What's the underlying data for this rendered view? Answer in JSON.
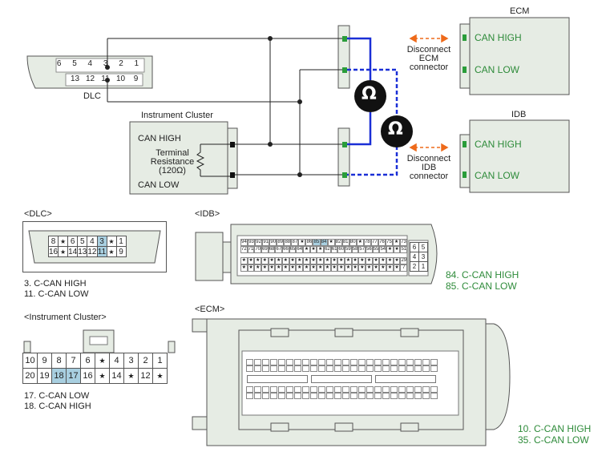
{
  "wiring": {
    "dlc_label": "DLC",
    "dlc_pins_top": [
      "6",
      "5",
      "4",
      "3",
      "2",
      "1"
    ],
    "dlc_pins_bottom": [
      "13",
      "12",
      "11",
      "10",
      "9"
    ],
    "cluster_title": "Instrument Cluster",
    "cluster_can_high": "CAN HIGH",
    "cluster_can_low": "CAN LOW",
    "terminal_resistance": [
      "Terminal",
      "Resistance",
      "(120Ω)"
    ],
    "ohm_symbol": "Ω",
    "ecm_title": "ECM",
    "ecm_can_high": "CAN HIGH",
    "ecm_can_low": "CAN LOW",
    "idb_title": "IDB",
    "idb_can_high": "CAN HIGH",
    "idb_can_low": "CAN LOW",
    "disconnect_ecm": [
      "Disconnect",
      "ECM",
      "connector"
    ],
    "disconnect_idb": [
      "Disconnect",
      "IDB",
      "connector"
    ]
  },
  "dlc_view": {
    "title": "<DLC>",
    "top_row": [
      "8",
      "★",
      "6",
      "5",
      "4",
      "3",
      "★",
      "1"
    ],
    "bottom_row": [
      "16",
      "★",
      "14",
      "13",
      "12",
      "11",
      "★",
      "9"
    ],
    "highlight": [
      "3",
      "11"
    ],
    "notes": [
      "3. C-CAN HIGH",
      "11. C-CAN LOW"
    ]
  },
  "idb_view": {
    "title": "<IDB>",
    "row1": [
      "94",
      "93",
      "92",
      "91",
      "90",
      "89",
      "88",
      "87",
      "★",
      "86",
      "85",
      "84",
      "★",
      "82",
      "81",
      "80",
      "★",
      "78",
      "77",
      "76",
      "75",
      "★",
      "73"
    ],
    "row2": [
      "72",
      "71",
      "70",
      "69",
      "68",
      "67",
      "66",
      "65",
      "64",
      "★",
      "★",
      "★",
      "62",
      "61",
      "60",
      "59",
      "58",
      "57",
      "56",
      "55",
      "54",
      "★",
      "★",
      "51"
    ],
    "row3": [
      "★",
      "★",
      "★",
      "★",
      "★",
      "★",
      "★",
      "★",
      "★",
      "★",
      "★",
      "★",
      "★",
      "★",
      "★",
      "★",
      "★",
      "★",
      "★",
      "★",
      "★",
      "★",
      "★",
      "29"
    ],
    "row4": [
      "★",
      "★",
      "★",
      "★",
      "★",
      "★",
      "★",
      "★",
      "★",
      "★",
      "★",
      "★",
      "★",
      "★",
      "★",
      "★",
      "★",
      "★",
      "★",
      "★",
      "★",
      "★",
      "★",
      "7"
    ],
    "side_pins": [
      [
        "6",
        "5"
      ],
      [
        "4",
        "3"
      ],
      [
        "2",
        "1"
      ]
    ],
    "notes": [
      "84. C-CAN HIGH",
      "85. C-CAN LOW"
    ]
  },
  "cluster_view": {
    "title": "<Instrument Cluster>",
    "top_row": [
      "10",
      "9",
      "8",
      "7",
      "6",
      "★",
      "4",
      "3",
      "2",
      "1"
    ],
    "bottom_row": [
      "20",
      "19",
      "18",
      "17",
      "16",
      "★",
      "14",
      "★",
      "12",
      "★"
    ],
    "highlight": [
      "17",
      "18"
    ],
    "notes": [
      "17. C-CAN LOW",
      "18. C-CAN HIGH"
    ]
  },
  "ecm_view": {
    "title": "<ECM>",
    "notes": [
      "10. C-CAN HIGH",
      "35. C-CAN LOW"
    ]
  },
  "colors": {
    "wire": "#222222",
    "can_high": "#1a2fd6",
    "note_green": "#2e8b3a",
    "connector_fill": "#e6ece4",
    "arrow": "#ee6a1a",
    "highlight": "#a8cfe0"
  }
}
